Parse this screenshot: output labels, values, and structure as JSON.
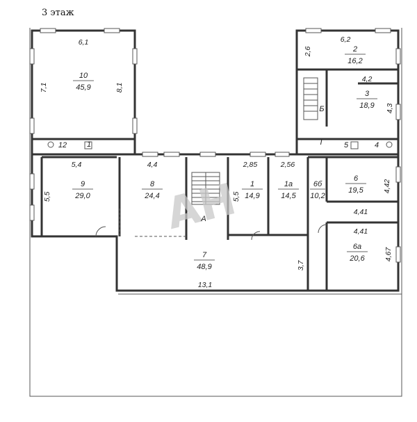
{
  "floor_title": "3 этаж",
  "watermark": "АН",
  "rooms": {
    "r10": {
      "num": "10",
      "area": "45,9"
    },
    "r2": {
      "num": "2",
      "area": "16,2"
    },
    "r3": {
      "num": "3",
      "area": "18,9"
    },
    "r9": {
      "num": "9",
      "area": "29,0"
    },
    "r8": {
      "num": "8",
      "area": "24,4"
    },
    "r1": {
      "num": "1",
      "area": "14,9"
    },
    "r1a": {
      "num": "1а",
      "area": "14,5"
    },
    "r6b": {
      "num": "6б",
      "area": "10,2"
    },
    "r6": {
      "num": "6",
      "area": "19,5"
    },
    "r6a": {
      "num": "6а",
      "area": "20,6"
    },
    "r7": {
      "num": "7",
      "area": "48,9"
    }
  },
  "letters": {
    "A": "А",
    "B": "Б",
    "I": "I"
  },
  "small_rooms": {
    "r12": "12",
    "r11": "1",
    "r5": "5",
    "r4": "4"
  },
  "dims": {
    "d61": "6,1",
    "d71": "7,1",
    "d81": "8,1",
    "d62": "6,2",
    "d26": "2,6",
    "d42a": "4,2",
    "d43": "4,3",
    "d54": "5,4",
    "d44": "4,4",
    "d55a": "5,5",
    "d55b": "5,5",
    "d285": "2,85",
    "d256": "2,56",
    "d442": "4,42",
    "d441a": "4,41",
    "d441b": "4,41",
    "d467": "4,67",
    "d37": "3,7",
    "d131": "13,1"
  }
}
